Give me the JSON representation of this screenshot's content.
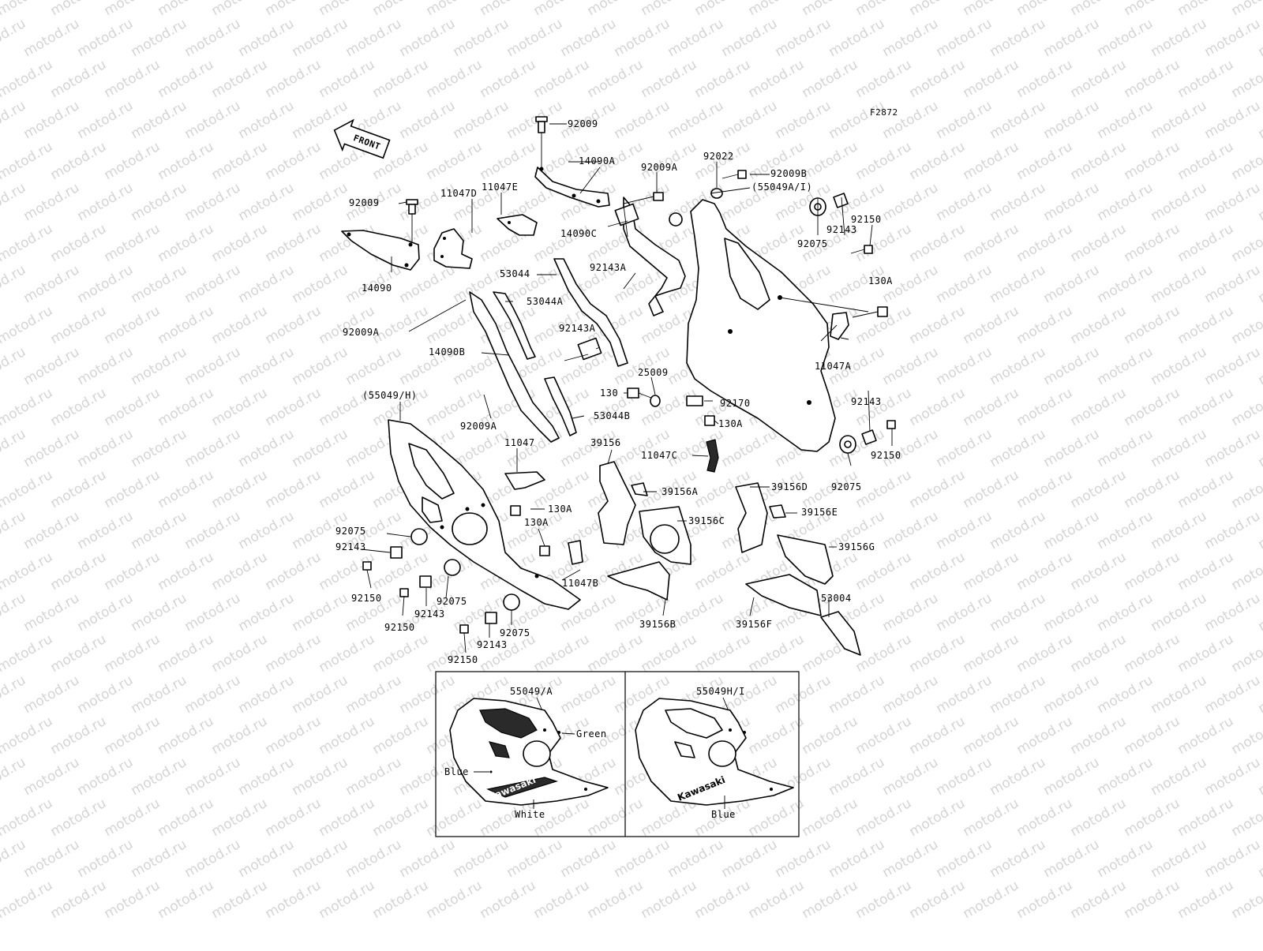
{
  "watermark": "motod.ru",
  "diagram_code": "F2872",
  "front_label": "FRONT",
  "logo_text": "Kawasaki",
  "callouts": [
    {
      "id": "c1",
      "text": "92009"
    },
    {
      "id": "c2",
      "text": "14090A"
    },
    {
      "id": "c3",
      "text": "92009A"
    },
    {
      "id": "c4",
      "text": "92022"
    },
    {
      "id": "c5",
      "text": "92009B"
    },
    {
      "id": "c6",
      "text": "(55049A/I)"
    },
    {
      "id": "c7",
      "text": "92150"
    },
    {
      "id": "c8",
      "text": "92143"
    },
    {
      "id": "c9",
      "text": "92075"
    },
    {
      "id": "c10",
      "text": "130A"
    },
    {
      "id": "c11",
      "text": "11047E"
    },
    {
      "id": "c12",
      "text": "92009"
    },
    {
      "id": "c13",
      "text": "11047D"
    },
    {
      "id": "c14",
      "text": "14090C"
    },
    {
      "id": "c15",
      "text": "53044"
    },
    {
      "id": "c16",
      "text": "92143A"
    },
    {
      "id": "c17",
      "text": "14090"
    },
    {
      "id": "c18",
      "text": "53044A"
    },
    {
      "id": "c19",
      "text": "92143A"
    },
    {
      "id": "c20",
      "text": "92009A"
    },
    {
      "id": "c21",
      "text": "14090B"
    },
    {
      "id": "c22",
      "text": "25009"
    },
    {
      "id": "c23",
      "text": "11047A"
    },
    {
      "id": "c24",
      "text": "130"
    },
    {
      "id": "c25",
      "text": "92170"
    },
    {
      "id": "c26",
      "text": "92143"
    },
    {
      "id": "c27",
      "text": "(55049/H)"
    },
    {
      "id": "c28",
      "text": "92009A"
    },
    {
      "id": "c29",
      "text": "53044B"
    },
    {
      "id": "c30",
      "text": "130A"
    },
    {
      "id": "c31",
      "text": "11047"
    },
    {
      "id": "c32",
      "text": "39156"
    },
    {
      "id": "c33",
      "text": "11047C"
    },
    {
      "id": "c34",
      "text": "92150"
    },
    {
      "id": "c35",
      "text": "39156A"
    },
    {
      "id": "c36",
      "text": "39156D"
    },
    {
      "id": "c37",
      "text": "92075"
    },
    {
      "id": "c38",
      "text": "130A"
    },
    {
      "id": "c39",
      "text": "39156E"
    },
    {
      "id": "c40",
      "text": "130A"
    },
    {
      "id": "c41",
      "text": "39156C"
    },
    {
      "id": "c42",
      "text": "92075"
    },
    {
      "id": "c43",
      "text": "39156G"
    },
    {
      "id": "c44",
      "text": "92143"
    },
    {
      "id": "c45",
      "text": "11047B"
    },
    {
      "id": "c46",
      "text": "92150"
    },
    {
      "id": "c47",
      "text": "92075"
    },
    {
      "id": "c48",
      "text": "53004"
    },
    {
      "id": "c49",
      "text": "92150"
    },
    {
      "id": "c50",
      "text": "92143"
    },
    {
      "id": "c51",
      "text": "39156B"
    },
    {
      "id": "c52",
      "text": "39156F"
    },
    {
      "id": "c53",
      "text": "92075"
    },
    {
      "id": "c54",
      "text": "92143"
    },
    {
      "id": "c55",
      "text": "92150"
    }
  ],
  "variants": {
    "left": {
      "title": "55049/A",
      "colors": {
        "green": "Green",
        "blue": "Blue",
        "white": "White"
      }
    },
    "right": {
      "title": "55049H/I",
      "colors": {
        "blue": "Blue"
      }
    }
  }
}
